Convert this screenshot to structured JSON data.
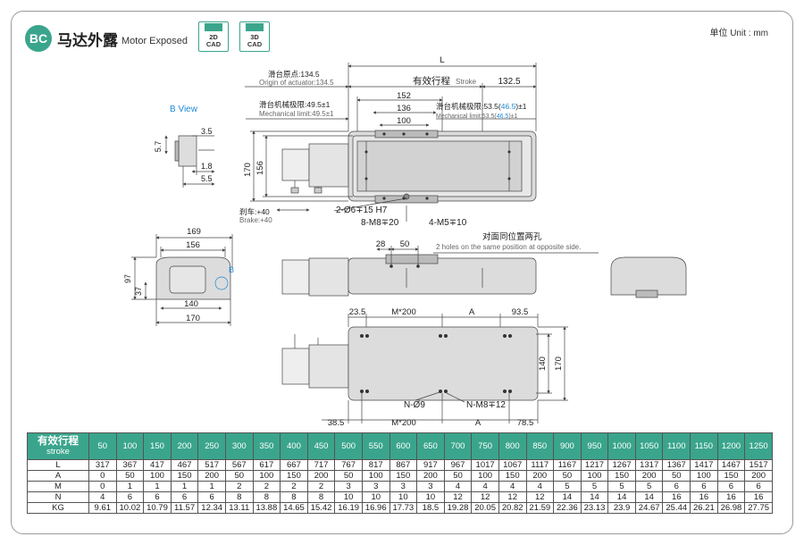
{
  "header": {
    "badge": "BC",
    "title_cn": "马达外露",
    "title_en": "Motor Exposed",
    "cad_2d": [
      "2D",
      "CAD"
    ],
    "cad_3d": [
      "3D",
      "CAD"
    ],
    "unit_label": "单位 Unit : mm"
  },
  "colors": {
    "accent": "#3aa58c",
    "blue_annotation": "#1f8ad6",
    "line": "#555555",
    "body_fill": "#dcdcdc"
  },
  "drawing": {
    "b_view_label": "B View",
    "b_marker": "B",
    "top_view": {
      "L": "L",
      "origin_cn": "滑台原点:134.5",
      "origin_en": "Origin of actuator:134.5",
      "stroke_cn": "有效行程",
      "stroke_en": "Stroke",
      "d_132_5": "132.5",
      "d_152": "152",
      "d_136": "136",
      "d_100": "100",
      "mech_left_cn": "滑台机械极限:49.5±1",
      "mech_left_en": "Mechanical limit:49.5±1",
      "mech_right_cn_a": "滑台机械极限:53.5(",
      "mech_right_cn_b": "46.5",
      "mech_right_cn_c": ")±1",
      "mech_right_en_a": "Mechanical limit:53.5(",
      "mech_right_en_b": "46.5",
      "mech_right_en_c": ")±1",
      "d_170": "170",
      "d_156": "156",
      "brake_cn": "刹车:+40",
      "brake_en": "Brake:+40",
      "holes_dowel": "2-Ø6∓15 H7",
      "holes_m8": "8-M8∓20",
      "holes_m5": "4-M5∓10"
    },
    "b_view": {
      "d_3_5": "3.5",
      "d_5_7": "5.7",
      "d_1_8": "1.8",
      "d_5_5": "5.5"
    },
    "end_view": {
      "d_169": "169",
      "d_156": "156",
      "d_97": "97",
      "d_37": "37",
      "d_140": "140",
      "d_170": "170"
    },
    "side_view": {
      "d_28": "28",
      "d_50": "50",
      "opposite_cn": "对面同位置两孔",
      "opposite_en": "2 holes on the same position at opposite side."
    },
    "bottom_view": {
      "d_23_5": "23.5",
      "d_m200_top": "M*200",
      "d_a_top": "A",
      "d_93_5": "93.5",
      "d_140": "140",
      "d_170": "170",
      "n_dia9": "N-Ø9",
      "n_m8": "N-M8∓12",
      "d_38_5": "38.5",
      "d_m200_bot": "M*200",
      "d_a_bot": "A",
      "d_78_5": "78.5"
    }
  },
  "spec_table": {
    "header_cn": "有效行程",
    "header_en": "stroke",
    "strokes": [
      "50",
      "100",
      "150",
      "200",
      "250",
      "300",
      "350",
      "400",
      "450",
      "500",
      "550",
      "600",
      "650",
      "700",
      "750",
      "800",
      "850",
      "900",
      "950",
      "1000",
      "1050",
      "1100",
      "1150",
      "1200",
      "1250"
    ],
    "rows": [
      {
        "label": "L",
        "values": [
          "317",
          "367",
          "417",
          "467",
          "517",
          "567",
          "617",
          "667",
          "717",
          "767",
          "817",
          "867",
          "917",
          "967",
          "1017",
          "1067",
          "1117",
          "1167",
          "1217",
          "1267",
          "1317",
          "1367",
          "1417",
          "1467",
          "1517"
        ]
      },
      {
        "label": "A",
        "values": [
          "0",
          "50",
          "100",
          "150",
          "200",
          "50",
          "100",
          "150",
          "200",
          "50",
          "100",
          "150",
          "200",
          "50",
          "100",
          "150",
          "200",
          "50",
          "100",
          "150",
          "200",
          "50",
          "100",
          "150",
          "200"
        ]
      },
      {
        "label": "M",
        "values": [
          "0",
          "1",
          "1",
          "1",
          "1",
          "2",
          "2",
          "2",
          "2",
          "3",
          "3",
          "3",
          "3",
          "4",
          "4",
          "4",
          "4",
          "5",
          "5",
          "5",
          "5",
          "6",
          "6",
          "6",
          "6"
        ]
      },
      {
        "label": "N",
        "values": [
          "4",
          "6",
          "6",
          "6",
          "6",
          "8",
          "8",
          "8",
          "8",
          "10",
          "10",
          "10",
          "10",
          "12",
          "12",
          "12",
          "12",
          "14",
          "14",
          "14",
          "14",
          "16",
          "16",
          "16",
          "16"
        ]
      },
      {
        "label": "KG",
        "values": [
          "9.61",
          "10.02",
          "10.79",
          "11.57",
          "12.34",
          "13.11",
          "13.88",
          "14.65",
          "15.42",
          "16.19",
          "16.96",
          "17.73",
          "18.5",
          "19.28",
          "20.05",
          "20.82",
          "21.59",
          "22.36",
          "23.13",
          "23.9",
          "24.67",
          "25.44",
          "26.21",
          "26.98",
          "27.75"
        ]
      }
    ]
  }
}
